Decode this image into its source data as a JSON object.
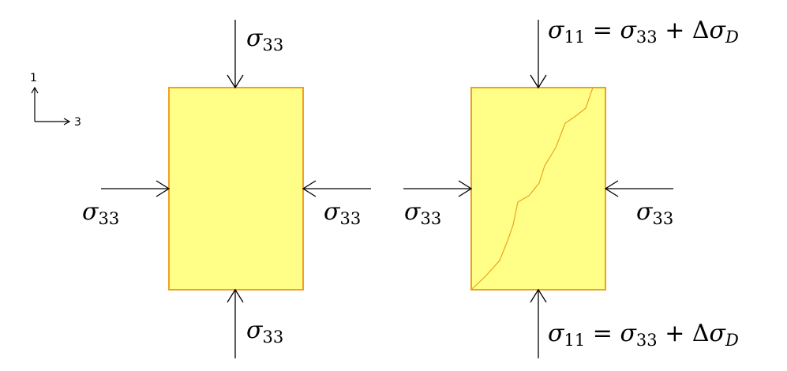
{
  "axes": {
    "vertical_label": "1",
    "horizontal_label": "3"
  },
  "specimen_left": {
    "top_load": {
      "sym": "σ",
      "sub": "33"
    },
    "bottom_load": {
      "sym": "σ",
      "sub": "33"
    },
    "left_load": {
      "sym": "σ",
      "sub": "33"
    },
    "right_load": {
      "sym": "σ",
      "sub": "33"
    }
  },
  "specimen_right": {
    "top_load": {
      "lhs_sym": "σ",
      "lhs_sub": "11",
      "eq": " = ",
      "rhs_sym": "σ",
      "rhs_sub": "33",
      "plus": " + Δ",
      "d_sym": "σ",
      "d_sub": "D"
    },
    "bottom_load": {
      "lhs_sym": "σ",
      "lhs_sub": "11",
      "eq": " = ",
      "rhs_sym": "σ",
      "rhs_sub": "33",
      "plus": " + Δ",
      "d_sym": "σ",
      "d_sub": "D"
    },
    "left_load": {
      "sym": "σ",
      "sub": "33"
    },
    "right_load": {
      "sym": "σ",
      "sub": "33"
    }
  },
  "colors": {
    "specimen_fill": "#ffff88",
    "specimen_border": "#f0a020",
    "crack": "#f0a020",
    "arrow": "#000000"
  }
}
